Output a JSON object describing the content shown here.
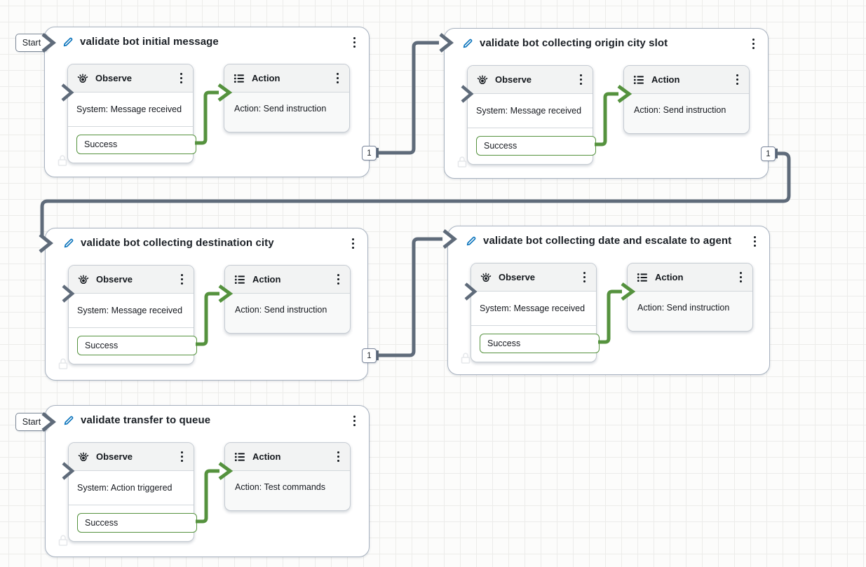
{
  "canvas": {
    "name": "test-workbench-flow-canvas"
  },
  "colors": {
    "connector_gray": "#5f6b7a",
    "success_green": "#55923e",
    "edit_blue": "#0872bb",
    "grid_line": "#ececea"
  },
  "icons": {
    "edit": "pencil-icon",
    "observe": "eye-icon",
    "action": "list-icon",
    "menu": "kebab-menu-icon",
    "lock": "lock-icon",
    "entry": "entry-chevron-icon"
  },
  "blocks": [
    {
      "title": "validate bot initial message",
      "start": "Start",
      "observe": {
        "header": "Observe",
        "event": "System: Message received",
        "result": "Success"
      },
      "action": {
        "header": "Action",
        "instruction": "Action: Send instruction"
      },
      "output": "1"
    },
    {
      "title": "validate bot collecting origin city slot",
      "observe": {
        "header": "Observe",
        "event": "System: Message received",
        "result": "Success"
      },
      "action": {
        "header": "Action",
        "instruction": "Action: Send instruction"
      },
      "output": "1"
    },
    {
      "title": "validate bot collecting destination city",
      "observe": {
        "header": "Observe",
        "event": "System: Message received",
        "result": "Success"
      },
      "action": {
        "header": "Action",
        "instruction": "Action: Send instruction"
      },
      "output": "1"
    },
    {
      "title": "validate bot collecting date and escalate to agent",
      "observe": {
        "header": "Observe",
        "event": "System: Message received",
        "result": "Success"
      },
      "action": {
        "header": "Action",
        "instruction": "Action: Send instruction"
      }
    },
    {
      "title": "validate transfer to queue",
      "start": "Start",
      "observe": {
        "header": "Observe",
        "event": "System: Action triggered",
        "result": "Success"
      },
      "action": {
        "header": "Action",
        "instruction": "Action: Test commands"
      }
    }
  ]
}
